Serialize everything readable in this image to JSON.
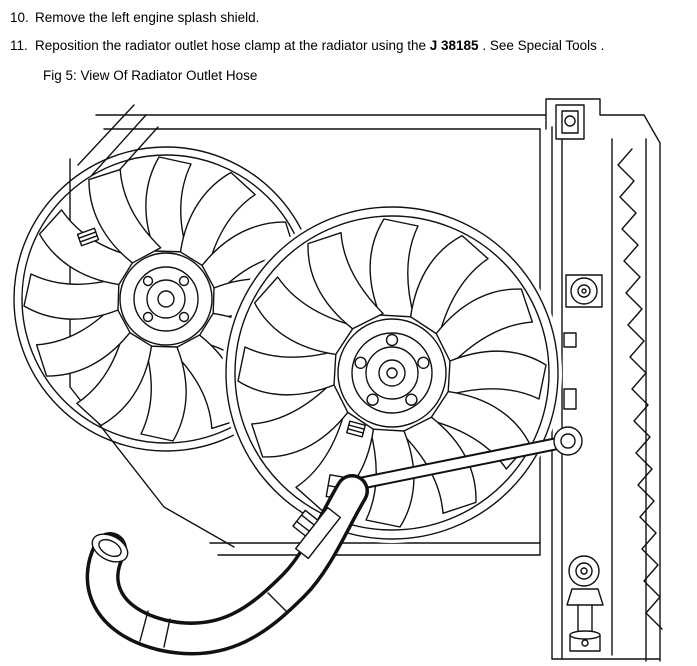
{
  "page": {
    "background": "#ffffff",
    "text_color": "#000000",
    "line_color": "#111111"
  },
  "steps": [
    {
      "number": "10.",
      "text": "Remove the left engine splash shield."
    },
    {
      "number": "11.",
      "text_before": "Reposition the radiator outlet hose clamp at the radiator using the ",
      "tool_ref": "J 38185",
      "text_after": " . See Special Tools ."
    }
  ],
  "figure": {
    "caption": "Fig 5: View Of Radiator Outlet Hose",
    "alt": "Line drawing of dual engine cooling fans mounted to a radiator with the radiator outlet hose and clamp at the lower left"
  }
}
